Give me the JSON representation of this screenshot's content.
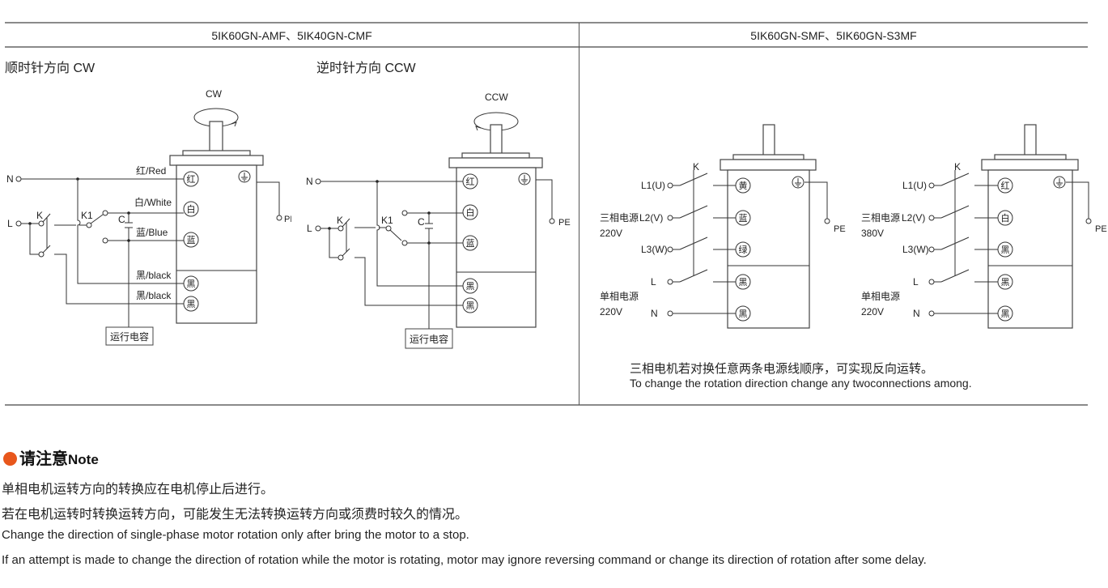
{
  "sections": {
    "left": {
      "header": "5IK60GN-AMF、5IK40GN-CMF",
      "cw": {
        "title": "顺时针方向 CW",
        "rotation_label": "CW",
        "power": {
          "n": "N",
          "l": "L"
        },
        "switches": {
          "k": "K",
          "k1": "K1",
          "c": "C"
        },
        "wire_labels": [
          "红/Red",
          "白/White",
          "蓝/Blue",
          "黑/black",
          "黑/black"
        ],
        "terminals": [
          "红",
          "白",
          "蓝",
          "黑",
          "黑"
        ],
        "ground": "PE",
        "capacitor_box": "运行电容"
      },
      "ccw": {
        "title": "逆时针方向 CCW",
        "rotation_label": "CCW",
        "power": {
          "n": "N",
          "l": "L"
        },
        "switches": {
          "k": "K",
          "k1": "K1",
          "c": "C"
        },
        "terminals": [
          "红",
          "白",
          "蓝",
          "黑",
          "黑"
        ],
        "ground": "PE",
        "capacitor_box": "运行电容"
      }
    },
    "right": {
      "header": "5IK60GN-SMF、5IK60GN-S3MF",
      "diagram_220": {
        "switch": "K",
        "inputs": [
          "L1(U)",
          "L2(V)",
          "L3(W)",
          "L",
          "N"
        ],
        "three_phase_label": "三相电源",
        "three_phase_voltage": "220V",
        "single_phase_label": "单相电源",
        "single_phase_voltage": "220V",
        "terminals": [
          "黄",
          "蓝",
          "绿",
          "黑",
          "黑"
        ],
        "ground": "PE"
      },
      "diagram_380": {
        "switch": "K",
        "inputs": [
          "L1(U)",
          "L2(V)",
          "L3(W)",
          "L",
          "N"
        ],
        "three_phase_label": "三相电源",
        "three_phase_voltage": "380V",
        "single_phase_label": "单相电源",
        "single_phase_voltage": "220V",
        "terminals": [
          "红",
          "白",
          "黑",
          "黑",
          "黑"
        ],
        "ground": "PE"
      },
      "caption_cn": "三相电机若对换任意两条电源线顺序，可实现反向运转。",
      "caption_en": "To change the rotation direction change any twoconnections among."
    }
  },
  "note": {
    "title_cn": "请注意",
    "title_en": "Note",
    "accent_color": "#e8571c",
    "lines": [
      "单相电机运转方向的转换应在电机停止后进行。",
      "若在电机运转时转换运转方向，可能发生无法转换运转方向或须费时较久的情况。",
      "Change the direction of single-phase motor rotation only after bring the motor to a stop.",
      "If an attempt is made to change the direction of rotation while the motor is rotating, motor may ignore reversing command or change its direction of rotation after some delay."
    ]
  }
}
